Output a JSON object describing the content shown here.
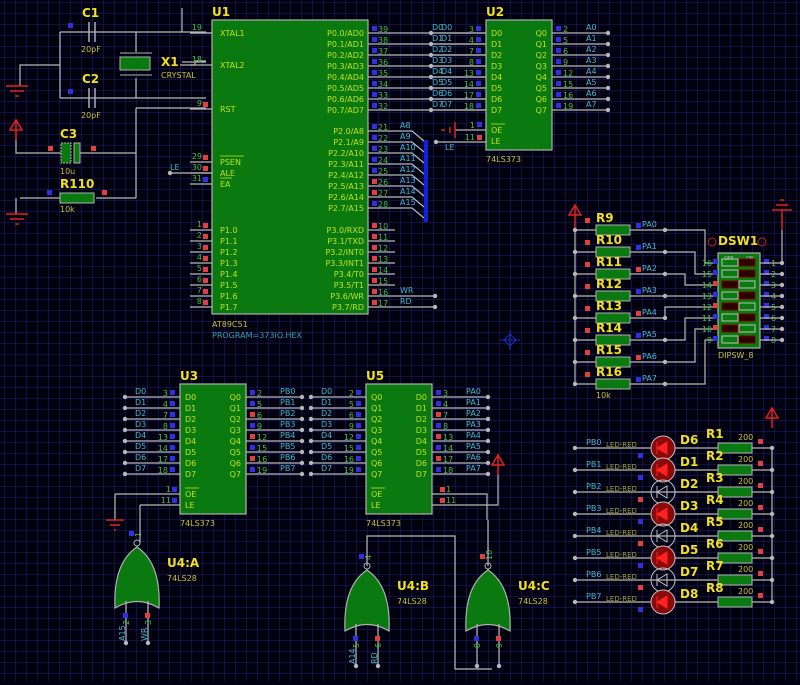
{
  "app": {
    "type": "schematic-capture",
    "cursor_marker": "origin-crosshair"
  },
  "components": {
    "C1": {
      "ref": "C1",
      "value": "20pF"
    },
    "C2": {
      "ref": "C2",
      "value": "20pF"
    },
    "X1": {
      "ref": "X1",
      "value": "CRYSTAL"
    },
    "C3": {
      "ref": "C3",
      "value": "10u"
    },
    "R110": {
      "ref": "R110",
      "value": "10k"
    },
    "U1": {
      "ref": "U1",
      "part": "AT89C51",
      "program": "PROGRAM=373IO.HEX",
      "left_pins": [
        {
          "num": "19",
          "name": "XTAL1"
        },
        {
          "num": "18",
          "name": "XTAL2"
        },
        {
          "num": "9",
          "name": "RST"
        },
        {
          "num": "29",
          "name": "PSEN"
        },
        {
          "num": "30",
          "name": "ALE"
        },
        {
          "num": "31",
          "name": "EA"
        },
        {
          "num": "1",
          "name": "P1.0"
        },
        {
          "num": "2",
          "name": "P1.1"
        },
        {
          "num": "3",
          "name": "P1.2"
        },
        {
          "num": "4",
          "name": "P1.3"
        },
        {
          "num": "5",
          "name": "P1.4"
        },
        {
          "num": "6",
          "name": "P1.5"
        },
        {
          "num": "7",
          "name": "P1.6"
        },
        {
          "num": "8",
          "name": "P1.7"
        }
      ],
      "right_pins": [
        {
          "num": "39",
          "name": "P0.0/AD0",
          "net": "D0"
        },
        {
          "num": "38",
          "name": "P0.1/AD1",
          "net": "D1"
        },
        {
          "num": "37",
          "name": "P0.2/AD2",
          "net": "D2"
        },
        {
          "num": "36",
          "name": "P0.3/AD3",
          "net": "D3"
        },
        {
          "num": "35",
          "name": "P0.4/AD4",
          "net": "D4"
        },
        {
          "num": "34",
          "name": "P0.5/AD5",
          "net": "D5"
        },
        {
          "num": "33",
          "name": "P0.6/AD6",
          "net": "D6"
        },
        {
          "num": "32",
          "name": "P0.7/AD7",
          "net": "D7"
        },
        {
          "num": "21",
          "name": "P2.0/A8",
          "net": "A8"
        },
        {
          "num": "22",
          "name": "P2.1/A9",
          "net": "A9"
        },
        {
          "num": "23",
          "name": "P2.2/A10",
          "net": "A10"
        },
        {
          "num": "24",
          "name": "P2.3/A11",
          "net": "A11"
        },
        {
          "num": "25",
          "name": "P2.4/A12",
          "net": "A12"
        },
        {
          "num": "26",
          "name": "P2.5/A13",
          "net": "A13"
        },
        {
          "num": "27",
          "name": "P2.6/A14",
          "net": "A14"
        },
        {
          "num": "28",
          "name": "P2.7/A15",
          "net": "A15"
        },
        {
          "num": "10",
          "name": "P3.0/RXD",
          "net": ""
        },
        {
          "num": "11",
          "name": "P3.1/TXD",
          "net": ""
        },
        {
          "num": "12",
          "name": "P3.2/INT0",
          "net": ""
        },
        {
          "num": "13",
          "name": "P3.3/INT1",
          "net": ""
        },
        {
          "num": "14",
          "name": "P3.4/T0",
          "net": ""
        },
        {
          "num": "15",
          "name": "P3.5/T1",
          "net": ""
        },
        {
          "num": "16",
          "name": "P3.6/WR",
          "net": "WR"
        },
        {
          "num": "17",
          "name": "P3.7/RD",
          "net": "RD"
        }
      ],
      "le_net": "LE"
    },
    "U2": {
      "ref": "U2",
      "part": "74LS373",
      "in_pins": [
        "3",
        "4",
        "7",
        "8",
        "13",
        "14",
        "17",
        "18"
      ],
      "in_names": [
        "D0",
        "D1",
        "D2",
        "D3",
        "D4",
        "D5",
        "D6",
        "D7"
      ],
      "in_nets": [
        "D0",
        "D1",
        "D2",
        "D3",
        "D4",
        "D5",
        "D6",
        "D7"
      ],
      "out_pins": [
        "2",
        "5",
        "6",
        "9",
        "12",
        "15",
        "16",
        "19"
      ],
      "out_names": [
        "Q0",
        "Q1",
        "Q2",
        "Q3",
        "Q4",
        "Q5",
        "Q6",
        "Q7"
      ],
      "out_nets": [
        "A0",
        "A1",
        "A2",
        "A3",
        "A4",
        "A5",
        "A6",
        "A7"
      ],
      "oe_pin": "1",
      "le_pin": "11",
      "oe_name": "OE",
      "le_name": "LE",
      "le_net": "LE"
    },
    "U3": {
      "ref": "U3",
      "part": "74LS373",
      "in_pins": [
        "3",
        "4",
        "7",
        "8",
        "13",
        "14",
        "17",
        "18"
      ],
      "in_names": [
        "D0",
        "D1",
        "D2",
        "D3",
        "D4",
        "D5",
        "D6",
        "D7"
      ],
      "in_nets": [
        "D0",
        "D1",
        "D2",
        "D3",
        "D4",
        "D5",
        "D6",
        "D7"
      ],
      "out_pins": [
        "2",
        "5",
        "6",
        "9",
        "12",
        "15",
        "16",
        "19"
      ],
      "out_names": [
        "Q0",
        "Q1",
        "Q2",
        "Q3",
        "Q4",
        "Q5",
        "Q6",
        "Q7"
      ],
      "out_nets": [
        "PB0",
        "PB1",
        "PB2",
        "PB3",
        "PB4",
        "PB5",
        "PB6",
        "PB7"
      ],
      "oe_pin": "1",
      "le_pin": "11",
      "oe_name": "OE",
      "le_name": "LE"
    },
    "U5": {
      "ref": "U5",
      "part": "74LS373",
      "in_pins": [
        "2",
        "5",
        "6",
        "9",
        "12",
        "15",
        "16",
        "19"
      ],
      "in_names": [
        "Q0",
        "Q1",
        "Q2",
        "Q3",
        "Q4",
        "Q5",
        "Q6",
        "Q7"
      ],
      "in_nets": [
        "D0",
        "D1",
        "D2",
        "D3",
        "D4",
        "D5",
        "D6",
        "D7"
      ],
      "out_pins": [
        "3",
        "4",
        "7",
        "8",
        "13",
        "14",
        "17",
        "18"
      ],
      "out_names": [
        "D0",
        "D1",
        "D2",
        "D3",
        "D4",
        "D5",
        "D6",
        "D7"
      ],
      "out_nets": [
        "PA0",
        "PA1",
        "PA2",
        "PA3",
        "PA4",
        "PA5",
        "PA6",
        "PA7"
      ],
      "oe_pin": "1",
      "le_pin": "11",
      "oe_name": "OE",
      "le_name": "LE"
    },
    "U4A": {
      "ref": "U4:A",
      "part": "74LS28",
      "out_pin": "1",
      "in_pins": [
        "2",
        "3"
      ],
      "in_nets": [
        "A15",
        "WR"
      ]
    },
    "U4B": {
      "ref": "U4:B",
      "part": "74LS28",
      "out_pin": "4",
      "in_pins": [
        "5",
        "6"
      ],
      "in_nets": [
        "A14",
        "RD"
      ]
    },
    "U4C": {
      "ref": "U4:C",
      "part": "74LS28",
      "out_pin": "10",
      "in_pins": [
        "8",
        "9"
      ],
      "in_nets": [
        "",
        ""
      ]
    },
    "DSW1": {
      "ref": "DSW1",
      "part": "DIPSW_8",
      "off_label": "OFF",
      "on_label": "ON",
      "left_pins": [
        "16",
        "15",
        "14",
        "13",
        "12",
        "11",
        "10",
        "9"
      ],
      "right_pins": [
        "1",
        "2",
        "3",
        "4",
        "5",
        "6",
        "7",
        "8"
      ],
      "switch_on": [
        true,
        true,
        false,
        true,
        false,
        true,
        false,
        true
      ]
    },
    "pullups": {
      "refs": [
        "R9",
        "R10",
        "R11",
        "R12",
        "R13",
        "R14",
        "R15",
        "R16"
      ],
      "value": "10k",
      "nets": [
        "PA0",
        "PA1",
        "PA2",
        "PA3",
        "PA4",
        "PA5",
        "PA6",
        "PA7"
      ]
    },
    "leds": {
      "refs": [
        "D6",
        "D1",
        "D2",
        "D3",
        "D4",
        "D5",
        "D7",
        "D8"
      ],
      "part": "LED-RED",
      "nets": [
        "PB0",
        "PB1",
        "PB2",
        "PB3",
        "PB4",
        "PB5",
        "PB6",
        "PB7"
      ],
      "lit": [
        true,
        true,
        false,
        true,
        false,
        true,
        false,
        true
      ],
      "resistors": [
        "R1",
        "R2",
        "R3",
        "R4",
        "R5",
        "R6",
        "R7",
        "R8"
      ],
      "resistor_value": "200"
    }
  },
  "colors": {
    "background": "#00000e",
    "chip": "#0a7a10",
    "ref_text": "#f0e020",
    "net_text": "#40b8c8",
    "pin_text": "#40c040",
    "power": "#e02020",
    "bus": "#1020e0",
    "led_on": "#8a0a0a"
  }
}
